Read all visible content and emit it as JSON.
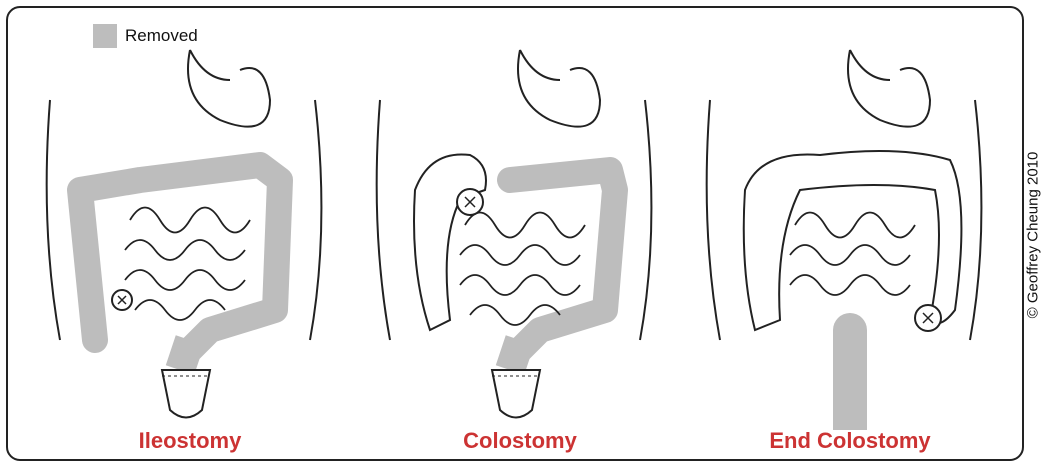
{
  "legend": {
    "label": "Removed",
    "swatch_color": "#bdbdbd"
  },
  "panels": [
    {
      "caption": "Ileostomy",
      "icon": "ileostomy-illustration"
    },
    {
      "caption": "Colostomy",
      "icon": "colostomy-illustration"
    },
    {
      "caption": "End Colostomy",
      "icon": "end-colostomy-illustration"
    }
  ],
  "credit": "© Geoffrey Cheung 2010",
  "colors": {
    "caption": "#cc3333",
    "removed": "#bdbdbd",
    "outline": "#222222"
  }
}
